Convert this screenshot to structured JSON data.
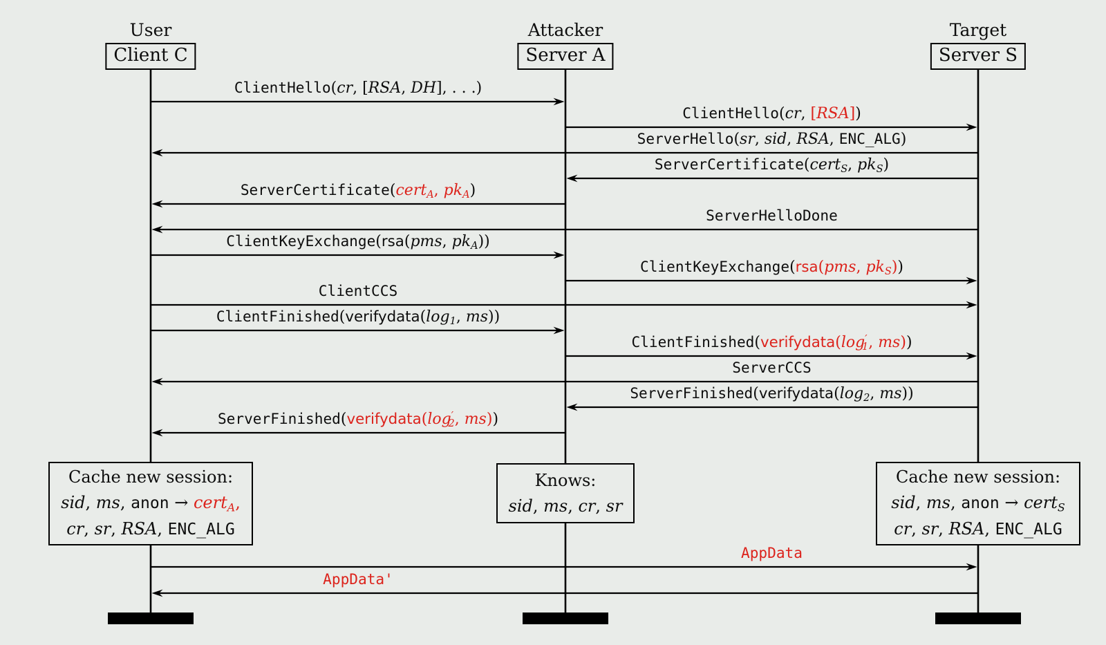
{
  "page": {
    "background": "#e9ece9",
    "ink": "#000000",
    "accent_red": "#dc231c"
  },
  "actors": [
    {
      "id": "C",
      "role": "User",
      "name": "Client C"
    },
    {
      "id": "A",
      "role": "Attacker",
      "name": "Server A"
    },
    {
      "id": "S",
      "role": "Target",
      "name": "Server S"
    }
  ],
  "messages": [
    {
      "from": "C",
      "to": "A",
      "span": "CA",
      "segments": [
        {
          "t": "ClientHello",
          "f": "tt"
        },
        {
          "t": "(",
          "f": "rm"
        },
        {
          "t": "cr",
          "f": "it"
        },
        {
          "t": ", [",
          "f": "rm"
        },
        {
          "t": "RSA",
          "f": "it"
        },
        {
          "t": ", ",
          "f": "rm"
        },
        {
          "t": "DH",
          "f": "it"
        },
        {
          "t": "], . . .)",
          "f": "rm"
        }
      ]
    },
    {
      "from": "A",
      "to": "S",
      "span": "AS",
      "segments": [
        {
          "t": "ClientHello",
          "f": "tt"
        },
        {
          "t": "(",
          "f": "rm"
        },
        {
          "t": "cr",
          "f": "it"
        },
        {
          "t": ", ",
          "f": "rm"
        },
        {
          "t": "[",
          "f": "rm",
          "c": "red"
        },
        {
          "t": "RSA",
          "f": "it",
          "c": "red"
        },
        {
          "t": "]",
          "f": "rm",
          "c": "red"
        },
        {
          "t": ")",
          "f": "rm"
        }
      ]
    },
    {
      "from": "S",
      "to": "C",
      "span": "AS",
      "segments": [
        {
          "t": "ServerHello",
          "f": "tt"
        },
        {
          "t": "(",
          "f": "rm"
        },
        {
          "t": "sr",
          "f": "it"
        },
        {
          "t": ", ",
          "f": "rm"
        },
        {
          "t": "sid",
          "f": "it"
        },
        {
          "t": ", ",
          "f": "rm"
        },
        {
          "t": "RSA",
          "f": "it"
        },
        {
          "t": ", ",
          "f": "rm"
        },
        {
          "t": "ENC_ALG",
          "f": "tt"
        },
        {
          "t": ")",
          "f": "rm"
        }
      ]
    },
    {
      "from": "S",
      "to": "A",
      "span": "AS",
      "segments": [
        {
          "t": "ServerCertificate",
          "f": "tt"
        },
        {
          "t": "(",
          "f": "rm"
        },
        {
          "t": "cert",
          "f": "it",
          "sub": "S"
        },
        {
          "t": ", ",
          "f": "rm"
        },
        {
          "t": "pk",
          "f": "it",
          "sub": "S"
        },
        {
          "t": ")",
          "f": "rm"
        }
      ]
    },
    {
      "from": "A",
      "to": "C",
      "span": "CA",
      "segments": [
        {
          "t": "ServerCertificate",
          "f": "tt"
        },
        {
          "t": "(",
          "f": "rm"
        },
        {
          "t": "cert",
          "f": "it",
          "c": "red",
          "sub": "A"
        },
        {
          "t": ", ",
          "f": "rm",
          "c": "red"
        },
        {
          "t": "pk",
          "f": "it",
          "c": "red",
          "sub": "A"
        },
        {
          "t": ")",
          "f": "rm"
        }
      ]
    },
    {
      "from": "S",
      "to": "C",
      "span": "AS",
      "segments": [
        {
          "t": "ServerHelloDone",
          "f": "tt"
        }
      ]
    },
    {
      "from": "C",
      "to": "A",
      "span": "CA",
      "segments": [
        {
          "t": "ClientKeyExchange",
          "f": "tt"
        },
        {
          "t": "(",
          "f": "rm"
        },
        {
          "t": "rsa",
          "f": "sf"
        },
        {
          "t": "(",
          "f": "rm"
        },
        {
          "t": "pms",
          "f": "it"
        },
        {
          "t": ", ",
          "f": "rm"
        },
        {
          "t": "pk",
          "f": "it",
          "sub": "A"
        },
        {
          "t": "))",
          "f": "rm"
        }
      ]
    },
    {
      "from": "A",
      "to": "S",
      "span": "AS",
      "segments": [
        {
          "t": "ClientKeyExchange",
          "f": "tt"
        },
        {
          "t": "(",
          "f": "rm"
        },
        {
          "t": "rsa",
          "f": "sf",
          "c": "red"
        },
        {
          "t": "(",
          "f": "rm",
          "c": "red"
        },
        {
          "t": "pms",
          "f": "it",
          "c": "red"
        },
        {
          "t": ", ",
          "f": "rm",
          "c": "red"
        },
        {
          "t": "pk",
          "f": "it",
          "c": "red",
          "sub": "S"
        },
        {
          "t": ")",
          "f": "rm",
          "c": "red"
        },
        {
          "t": ")",
          "f": "rm"
        }
      ]
    },
    {
      "from": "C",
      "to": "S",
      "span": "CA",
      "segments": [
        {
          "t": "ClientCCS",
          "f": "tt"
        }
      ]
    },
    {
      "from": "C",
      "to": "A",
      "span": "CA",
      "segments": [
        {
          "t": "ClientFinished",
          "f": "tt"
        },
        {
          "t": "(",
          "f": "rm"
        },
        {
          "t": "verifydata",
          "f": "sf"
        },
        {
          "t": "(",
          "f": "rm"
        },
        {
          "t": "log",
          "f": "it",
          "sub": "1"
        },
        {
          "t": ", ",
          "f": "rm"
        },
        {
          "t": "ms",
          "f": "it"
        },
        {
          "t": "))",
          "f": "rm"
        }
      ]
    },
    {
      "from": "A",
      "to": "S",
      "span": "AS",
      "segments": [
        {
          "t": "ClientFinished",
          "f": "tt"
        },
        {
          "t": "(",
          "f": "rm"
        },
        {
          "t": "verifydata",
          "f": "sf",
          "c": "red"
        },
        {
          "t": "(",
          "f": "rm",
          "c": "red"
        },
        {
          "t": "log",
          "f": "it",
          "c": "red",
          "sup": "′",
          "sub": "1"
        },
        {
          "t": ", ",
          "f": "rm",
          "c": "red"
        },
        {
          "t": "ms",
          "f": "it",
          "c": "red"
        },
        {
          "t": ")",
          "f": "rm",
          "c": "red"
        },
        {
          "t": ")",
          "f": "rm"
        }
      ]
    },
    {
      "from": "S",
      "to": "C",
      "span": "AS",
      "segments": [
        {
          "t": "ServerCCS",
          "f": "tt"
        }
      ]
    },
    {
      "from": "S",
      "to": "A",
      "span": "AS",
      "segments": [
        {
          "t": "ServerFinished",
          "f": "tt"
        },
        {
          "t": "(",
          "f": "rm"
        },
        {
          "t": "verifydata",
          "f": "sf"
        },
        {
          "t": "(",
          "f": "rm"
        },
        {
          "t": "log",
          "f": "it",
          "sub": "2"
        },
        {
          "t": ", ",
          "f": "rm"
        },
        {
          "t": "ms",
          "f": "it"
        },
        {
          "t": "))",
          "f": "rm"
        }
      ]
    },
    {
      "from": "A",
      "to": "C",
      "span": "CA",
      "segments": [
        {
          "t": "ServerFinished",
          "f": "tt"
        },
        {
          "t": "(",
          "f": "rm"
        },
        {
          "t": "verifydata",
          "f": "sf",
          "c": "red"
        },
        {
          "t": "(",
          "f": "rm",
          "c": "red"
        },
        {
          "t": "log",
          "f": "it",
          "c": "red",
          "sup": "′",
          "sub": "2"
        },
        {
          "t": ", ",
          "f": "rm",
          "c": "red"
        },
        {
          "t": "ms",
          "f": "it",
          "c": "red"
        },
        {
          "t": ")",
          "f": "rm",
          "c": "red"
        },
        {
          "t": ")",
          "f": "rm"
        }
      ]
    },
    {
      "from": "C",
      "to": "S",
      "span": "AS",
      "segments": [
        {
          "t": "AppData",
          "f": "tt",
          "c": "red"
        }
      ]
    },
    {
      "from": "S",
      "to": "C",
      "span": "CA",
      "segments": [
        {
          "t": "AppData'",
          "f": "tt",
          "c": "red"
        }
      ]
    }
  ],
  "notes": [
    {
      "actor": "C",
      "lines": [
        [
          {
            "t": "Cache new session:",
            "f": "rm"
          }
        ],
        [
          {
            "t": "sid",
            "f": "it"
          },
          {
            "t": ", ",
            "f": "rm"
          },
          {
            "t": "ms",
            "f": "it"
          },
          {
            "t": ", ",
            "f": "rm"
          },
          {
            "t": "anon",
            "f": "tt"
          },
          {
            "t": " → ",
            "f": "rm"
          },
          {
            "t": "cert",
            "f": "it",
            "c": "red",
            "sub": "A"
          },
          {
            "t": ",",
            "f": "rm",
            "c": "red"
          }
        ],
        [
          {
            "t": "cr",
            "f": "it"
          },
          {
            "t": ", ",
            "f": "rm"
          },
          {
            "t": "sr",
            "f": "it"
          },
          {
            "t": ", ",
            "f": "rm"
          },
          {
            "t": "RSA",
            "f": "it"
          },
          {
            "t": ", ",
            "f": "rm"
          },
          {
            "t": "ENC_ALG",
            "f": "tt"
          }
        ]
      ]
    },
    {
      "actor": "A",
      "lines": [
        [
          {
            "t": "Knows:",
            "f": "rm"
          }
        ],
        [
          {
            "t": "sid",
            "f": "it"
          },
          {
            "t": ", ",
            "f": "rm"
          },
          {
            "t": "ms",
            "f": "it"
          },
          {
            "t": ", ",
            "f": "rm"
          },
          {
            "t": "cr",
            "f": "it"
          },
          {
            "t": ", ",
            "f": "rm"
          },
          {
            "t": "sr",
            "f": "it"
          }
        ]
      ]
    },
    {
      "actor": "S",
      "lines": [
        [
          {
            "t": "Cache new session:",
            "f": "rm"
          }
        ],
        [
          {
            "t": "sid",
            "f": "it"
          },
          {
            "t": ", ",
            "f": "rm"
          },
          {
            "t": "ms",
            "f": "it"
          },
          {
            "t": ", ",
            "f": "rm"
          },
          {
            "t": "anon",
            "f": "tt"
          },
          {
            "t": " → ",
            "f": "rm"
          },
          {
            "t": "cert",
            "f": "it",
            "sub": "S"
          }
        ],
        [
          {
            "t": "cr",
            "f": "it"
          },
          {
            "t": ", ",
            "f": "rm"
          },
          {
            "t": "sr",
            "f": "it"
          },
          {
            "t": ", ",
            "f": "rm"
          },
          {
            "t": "RSA",
            "f": "it"
          },
          {
            "t": ", ",
            "f": "rm"
          },
          {
            "t": "ENC_ALG",
            "f": "tt"
          }
        ]
      ]
    }
  ]
}
